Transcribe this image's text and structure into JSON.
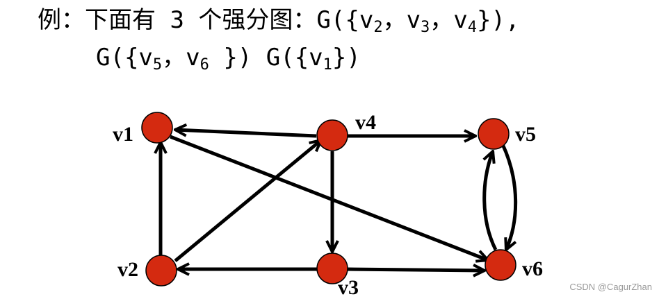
{
  "text": {
    "line1_intro": "例：下面有 3 个强分图：",
    "comp1_prefix": "G({v",
    "comp1_sub1": "2",
    "sep": "，",
    "comp1_v": "v",
    "comp1_sub2": "3",
    "comp1_sub3": "4",
    "comp1_suffix": "}),",
    "comp2_prefix": "G({v",
    "comp2_sub1": "5",
    "comp2_sub2": "6",
    "comp2_suffix": " })",
    "comp3_prefix": " G({v",
    "comp3_sub1": "1",
    "comp3_suffix": "})"
  },
  "graph": {
    "node_color": "#d42a10",
    "nodes": [
      {
        "id": "v1",
        "label": "v1"
      },
      {
        "id": "v2",
        "label": "v2"
      },
      {
        "id": "v3",
        "label": "v3"
      },
      {
        "id": "v4",
        "label": "v4"
      },
      {
        "id": "v5",
        "label": "v5"
      },
      {
        "id": "v6",
        "label": "v6"
      }
    ],
    "edges": [
      {
        "from": "v4",
        "to": "v1"
      },
      {
        "from": "v4",
        "to": "v5"
      },
      {
        "from": "v4",
        "to": "v3"
      },
      {
        "from": "v2",
        "to": "v1"
      },
      {
        "from": "v2",
        "to": "v4"
      },
      {
        "from": "v1",
        "to": "v6"
      },
      {
        "from": "v3",
        "to": "v2"
      },
      {
        "from": "v3",
        "to": "v6"
      },
      {
        "from": "v5",
        "to": "v6"
      },
      {
        "from": "v6",
        "to": "v5"
      }
    ]
  },
  "watermark": "CSDN @CagurZhan"
}
